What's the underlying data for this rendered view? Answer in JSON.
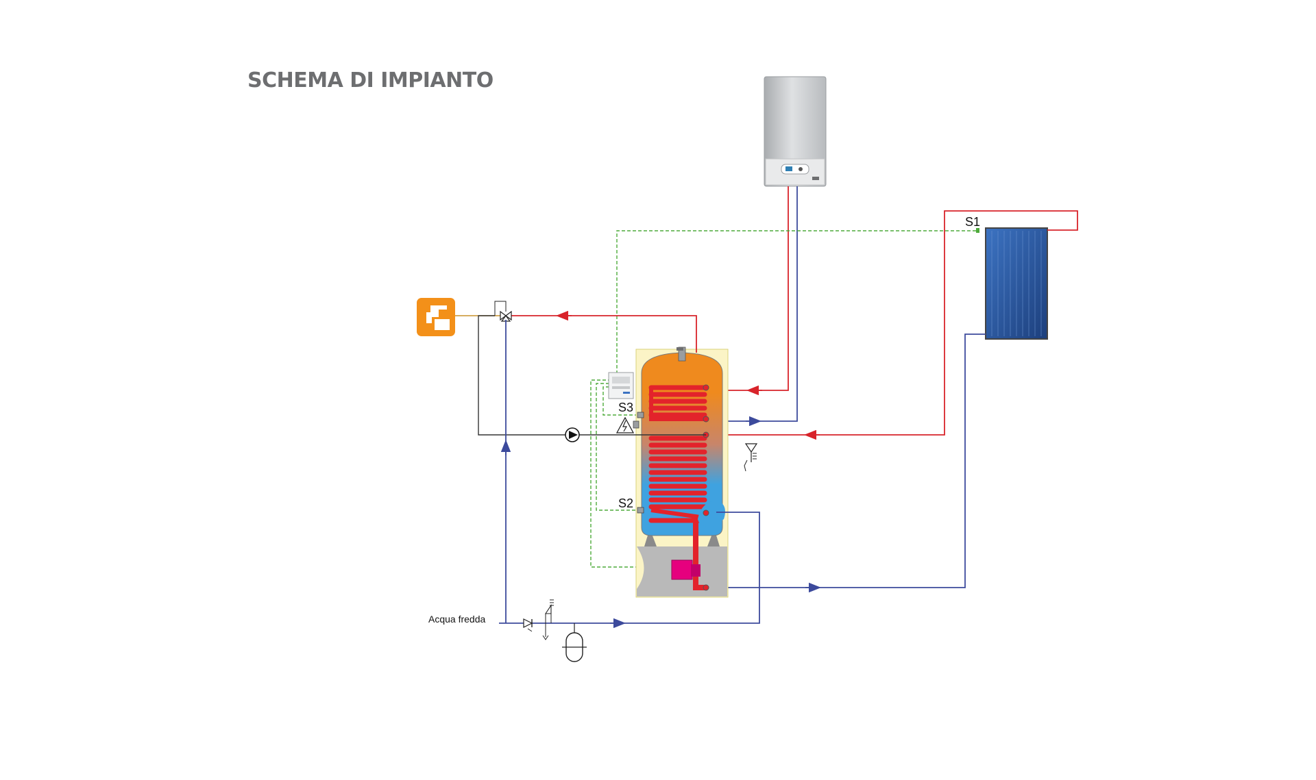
{
  "title": "SCHEMA DI IMPIANTO",
  "labels": {
    "s1": "S1",
    "s2": "S2",
    "s3": "S3",
    "cold_water": "Acqua fredda"
  },
  "colors": {
    "hot_line": "#d8232a",
    "cold_line": "#3c4a9c",
    "sensor_line": "#4daa3a",
    "recirc_line": "#333333",
    "tap_orange": "#f39019",
    "panel_blue": "#2b5ca8",
    "pump_magenta": "#e6007e",
    "tank_top": "#ef8a1e",
    "tank_bottom": "#3fa2e0",
    "coil_red": "#e3232b"
  },
  "icons": [
    "boiler-icon",
    "solar-panel-icon",
    "tap-icon",
    "storage-tank-icon",
    "circulator-pump-icon",
    "three-way-valve-icon",
    "solar-controller-icon",
    "expansion-vessel-icon",
    "safety-valve-icon",
    "check-valve-icon",
    "electric-heater-warning-icon"
  ]
}
